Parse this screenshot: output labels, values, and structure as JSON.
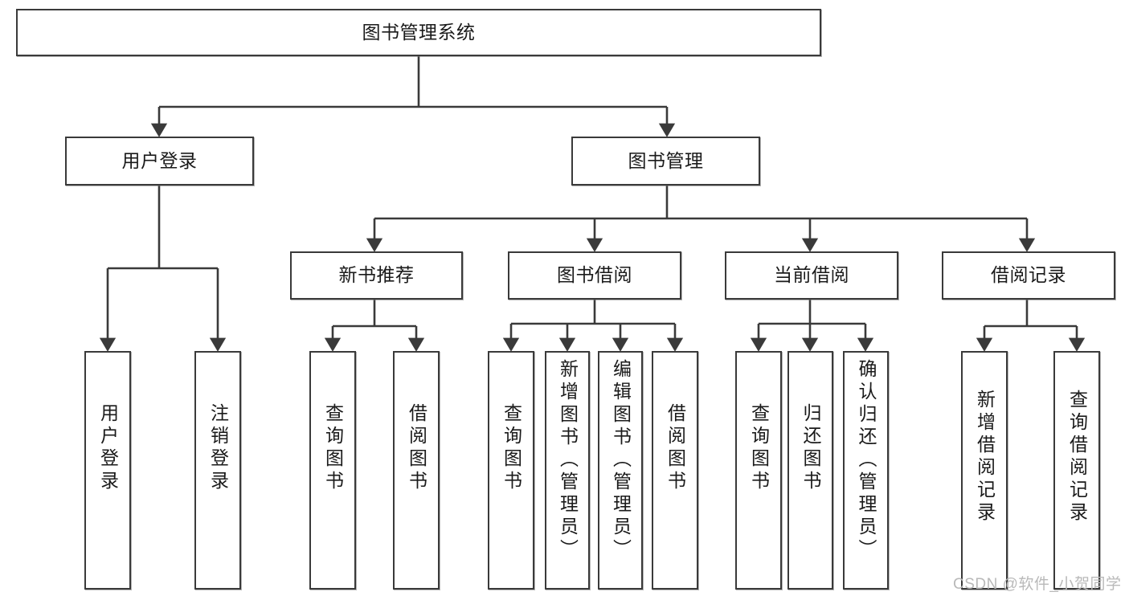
{
  "diagram": {
    "title": "图书管理系统",
    "type": "tree-hierarchy-chart",
    "orientation": "top-down",
    "watermark": "CSDN @软件_小贺同学",
    "colors": {
      "background": "#ffffff",
      "node_border": "#3a3a3a",
      "node_fill": "#ffffff",
      "text": "#1a1a1a",
      "connector": "#3a3a3a",
      "watermark": "#b9b9b9"
    },
    "root": {
      "id": "root",
      "label": "图书管理系统"
    },
    "level2": [
      {
        "id": "user-login",
        "label": "用户登录"
      },
      {
        "id": "book-manage",
        "label": "图书管理"
      }
    ],
    "level3": [
      {
        "id": "new-book-recommend",
        "label": "新书推荐",
        "parent": "book-manage"
      },
      {
        "id": "book-borrow",
        "label": "图书借阅",
        "parent": "book-manage"
      },
      {
        "id": "current-borrow",
        "label": "当前借阅",
        "parent": "book-manage"
      },
      {
        "id": "borrow-record",
        "label": "借阅记录",
        "parent": "book-manage"
      }
    ],
    "leaves": {
      "user_login": [
        {
          "id": "leaf-user-login",
          "label": "用户登录"
        },
        {
          "id": "leaf-logout",
          "label": "注销登录"
        }
      ],
      "new_book_recommend": [
        {
          "id": "leaf-query-book-1",
          "label": "查询图书"
        },
        {
          "id": "leaf-borrow-book-1",
          "label": "借阅图书"
        }
      ],
      "book_borrow": [
        {
          "id": "leaf-query-book-2",
          "label": "查询图书"
        },
        {
          "id": "leaf-add-book",
          "label": "新增图书（管理员）"
        },
        {
          "id": "leaf-edit-book",
          "label": "编辑图书（管理员）"
        },
        {
          "id": "leaf-borrow-book-2",
          "label": "借阅图书"
        }
      ],
      "current_borrow": [
        {
          "id": "leaf-query-book-3",
          "label": "查询图书"
        },
        {
          "id": "leaf-return-book",
          "label": "归还图书"
        },
        {
          "id": "leaf-confirm-return",
          "label": "确认归还（管理员）"
        }
      ],
      "borrow_record": [
        {
          "id": "leaf-add-record",
          "label": "新增借阅记录"
        },
        {
          "id": "leaf-query-record",
          "label": "查询借阅记录"
        }
      ]
    }
  }
}
